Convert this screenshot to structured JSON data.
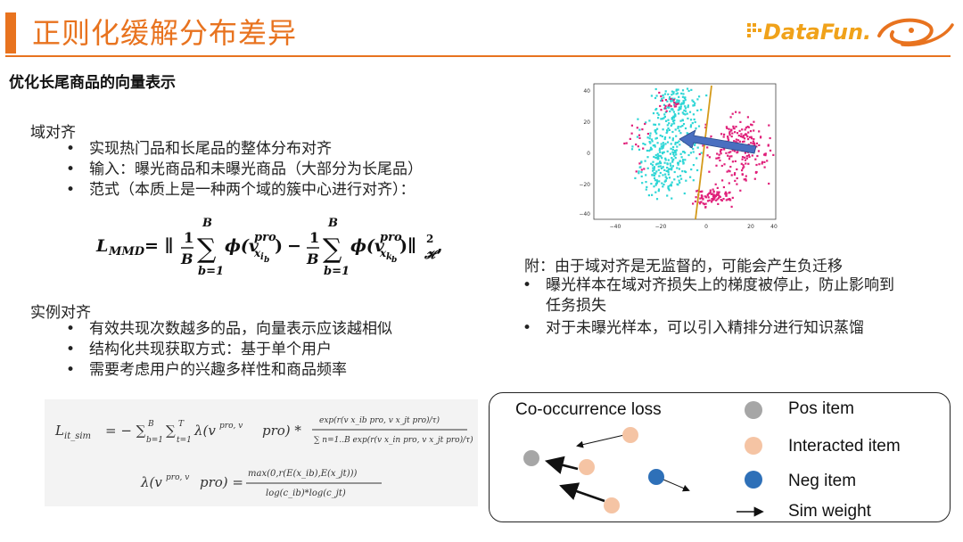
{
  "header": {
    "title": "正则化缓解分布差异",
    "logo_text": "DataFun.",
    "accent": "#e8731f"
  },
  "subtitle": "优化长尾商品的向量表示",
  "domain_alignment": {
    "heading": "域对齐",
    "bullets": [
      "实现热门品和长尾品的整体分布对齐",
      "输入：曝光商品和未曝光商品（大部分为长尾品）",
      "范式（本质上是一种两个域的簇中心进行对齐）："
    ]
  },
  "formula_mmd": {
    "lhs": "L",
    "lhs_sub": "MMD",
    "eq": "= ∥",
    "frac_num": "1",
    "frac_den": "B",
    "sum_top": "B",
    "sum_bottom": "b=1",
    "sum_sym": "∑",
    "phi1": "ϕ(v",
    "phi1_sup": "pro",
    "phi1_sub": "x",
    "phi1_subsub": "i",
    "phi1_subsubsub": "b",
    "phi1_close": ")",
    "minus": "−",
    "phi2": "ϕ(v",
    "phi2_sup": "pro",
    "phi2_sub": "x",
    "phi2_subsub": "k",
    "phi2_subsubsub": "b",
    "phi2_close": ")∥",
    "norm_sup": "2",
    "norm_sub": "𝓗",
    "tail": ","
  },
  "instance_alignment": {
    "heading": "实例对齐",
    "bullets": [
      "有效共现次数越多的品，向量表示应该越相似",
      "结构化共现获取方式：基于单个用户",
      "需要考虑用户的兴趣多样性和商品频率"
    ]
  },
  "formula_sim": {
    "line1_lhs": "L",
    "line1_lhs_sub": "it_sim",
    "line1_mid": "= − ∑",
    "line1_sum1": "B",
    "line1_sum1_b": "b=1",
    "line1_sum2": "T",
    "line1_sum2_b": "t=1",
    "line1_lambda": "λ(v",
    "line1_lambda_args": "pro, v",
    "line1_lambda_tail": "pro) *",
    "frac_num": "exp(r(v x_ib pro, v x_jt pro)/τ)",
    "frac_den": "∑ n=1..B exp(r(v x_in pro, v x_jt pro)/τ)",
    "line2_lhs": "λ(v",
    "line2_lhs_tail": "pro, v",
    "line2_lhs_end": "pro) =",
    "line2_num": "max(0,r(E(x_ib),E(x_jt)))",
    "line2_den": "log(c_ib)*log(c_jt)"
  },
  "tsne": {
    "yticks": [
      "40",
      "20",
      "0",
      "−20",
      "−40"
    ],
    "xticks": [
      "−40",
      "−20",
      "0",
      "20",
      "40"
    ],
    "colors": {
      "exposed": "#2fd6d6",
      "unexposed": "#e0207a",
      "line": "#d49a1a",
      "arrow": "#4a6fc0"
    }
  },
  "note": {
    "heading": "附：由于域对齐是无监督的，可能会产生负迁移",
    "bullets": [
      "曝光样本在域对齐损失上的梯度被停止，防止影响到任务损失",
      "对于未曝光样本，可以引入精排分进行知识蒸馏"
    ]
  },
  "diagram": {
    "title": "Co-occurrence loss",
    "legend": [
      {
        "label": "Pos item",
        "color": "#a6a6a6"
      },
      {
        "label": "Interacted item",
        "color": "#f5c4a4"
      },
      {
        "label": "Neg item",
        "color": "#2e70b8"
      },
      {
        "label": "Sim weight",
        "color": "#111111"
      }
    ]
  }
}
